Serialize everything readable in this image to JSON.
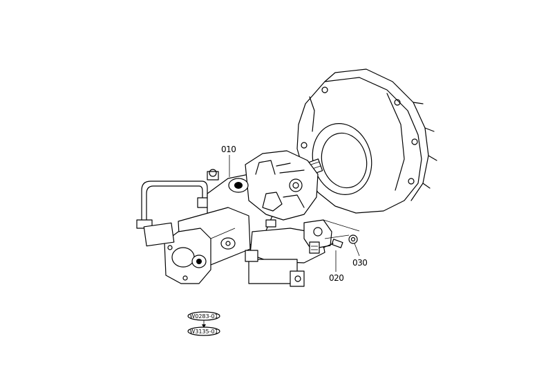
{
  "callouts": {
    "part_010": "010",
    "part_020": "020",
    "part_030": "030"
  },
  "references": {
    "ref_1": "W0283-01",
    "ref_2": "W3135-01"
  },
  "colors": {
    "line": "#000000",
    "background": "#ffffff"
  }
}
